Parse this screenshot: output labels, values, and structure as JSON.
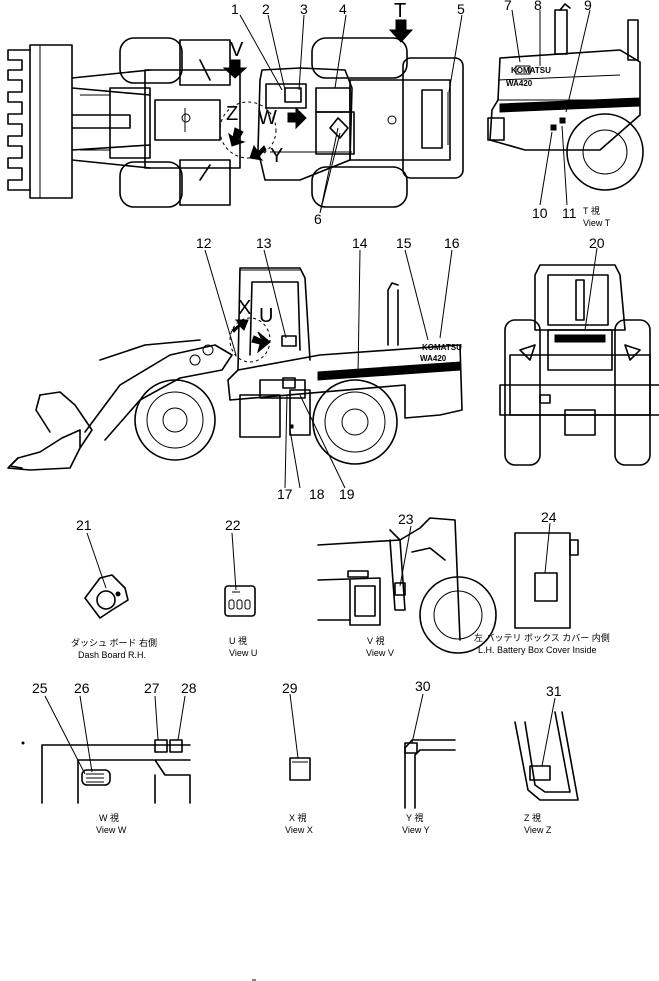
{
  "callouts": [
    "1",
    "2",
    "3",
    "4",
    "5",
    "6",
    "7",
    "8",
    "9",
    "10",
    "11",
    "12",
    "13",
    "14",
    "15",
    "16",
    "17",
    "18",
    "19",
    "20",
    "21",
    "22",
    "23",
    "24",
    "25",
    "26",
    "27",
    "28",
    "29",
    "30",
    "31"
  ],
  "view_letters": {
    "V": "V",
    "W": "W",
    "Z": "Z",
    "Y": "Y",
    "T": "T",
    "X": "X",
    "U": "U"
  },
  "brand": {
    "model": "WA420",
    "logo": "KOMATSU"
  },
  "captions": {
    "view_t_jp": "T 視",
    "view_t": "View T",
    "dash_jp": "ダッシュ ボード 右側",
    "dash": "Dash Board R.H.",
    "view_u_jp": "U 視",
    "view_u": "View U",
    "view_v_jp": "V 視",
    "view_v": "View V",
    "battery_jp": "左 バッテリ ボックス カバー 内側",
    "battery": "L.H. Battery Box Cover Inside",
    "view_w_jp": "W 視",
    "view_w": "View W",
    "view_x_jp": "X 視",
    "view_x": "View X",
    "view_y_jp": "Y 視",
    "view_y": "View Y",
    "view_z_jp": "Z 視",
    "view_z": "View Z"
  }
}
